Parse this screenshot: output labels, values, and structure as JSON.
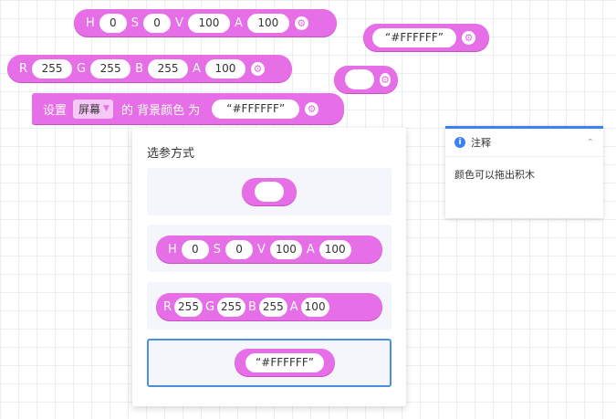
{
  "hsv_block": {
    "h_label": "H",
    "h": "0",
    "s_label": "S",
    "s": "0",
    "v_label": "V",
    "v": "100",
    "a_label": "A",
    "a": "100",
    "gear": "⚙"
  },
  "hex_block": {
    "value": "“#FFFFFF”",
    "gear": "⚙"
  },
  "rgb_block": {
    "r_label": "R",
    "r": "255",
    "g_label": "G",
    "g": "255",
    "b_label": "B",
    "b": "255",
    "a_label": "A",
    "a": "100",
    "gear": "⚙"
  },
  "swatch_block": {
    "gear": "⚙"
  },
  "set_block": {
    "prefix": "设置",
    "dropdown": "屏幕",
    "dropdown_icon": "chevron-down-icon",
    "middle": "的 背景颜色 为",
    "value": "“#FFFFFF”",
    "gear": "⚙"
  },
  "panel": {
    "title": "选参方式",
    "hsv": {
      "h_label": "H",
      "h": "0",
      "s_label": "S",
      "s": "0",
      "v_label": "V",
      "v": "100",
      "a_label": "A",
      "a": "100"
    },
    "rgb": {
      "r_label": "R",
      "r": "255",
      "g_label": "G",
      "g": "255",
      "b_label": "B",
      "b": "255",
      "a_label": "A",
      "a": "100"
    },
    "hex": "“#FFFFFF”"
  },
  "note": {
    "title": "注释",
    "info_icon": "i",
    "collapse": "⌃",
    "body": "颜色可以拖出积木"
  },
  "colors": {
    "block": "#e66ee6",
    "accent": "#3b82f6",
    "selection": "#4a90e2"
  }
}
